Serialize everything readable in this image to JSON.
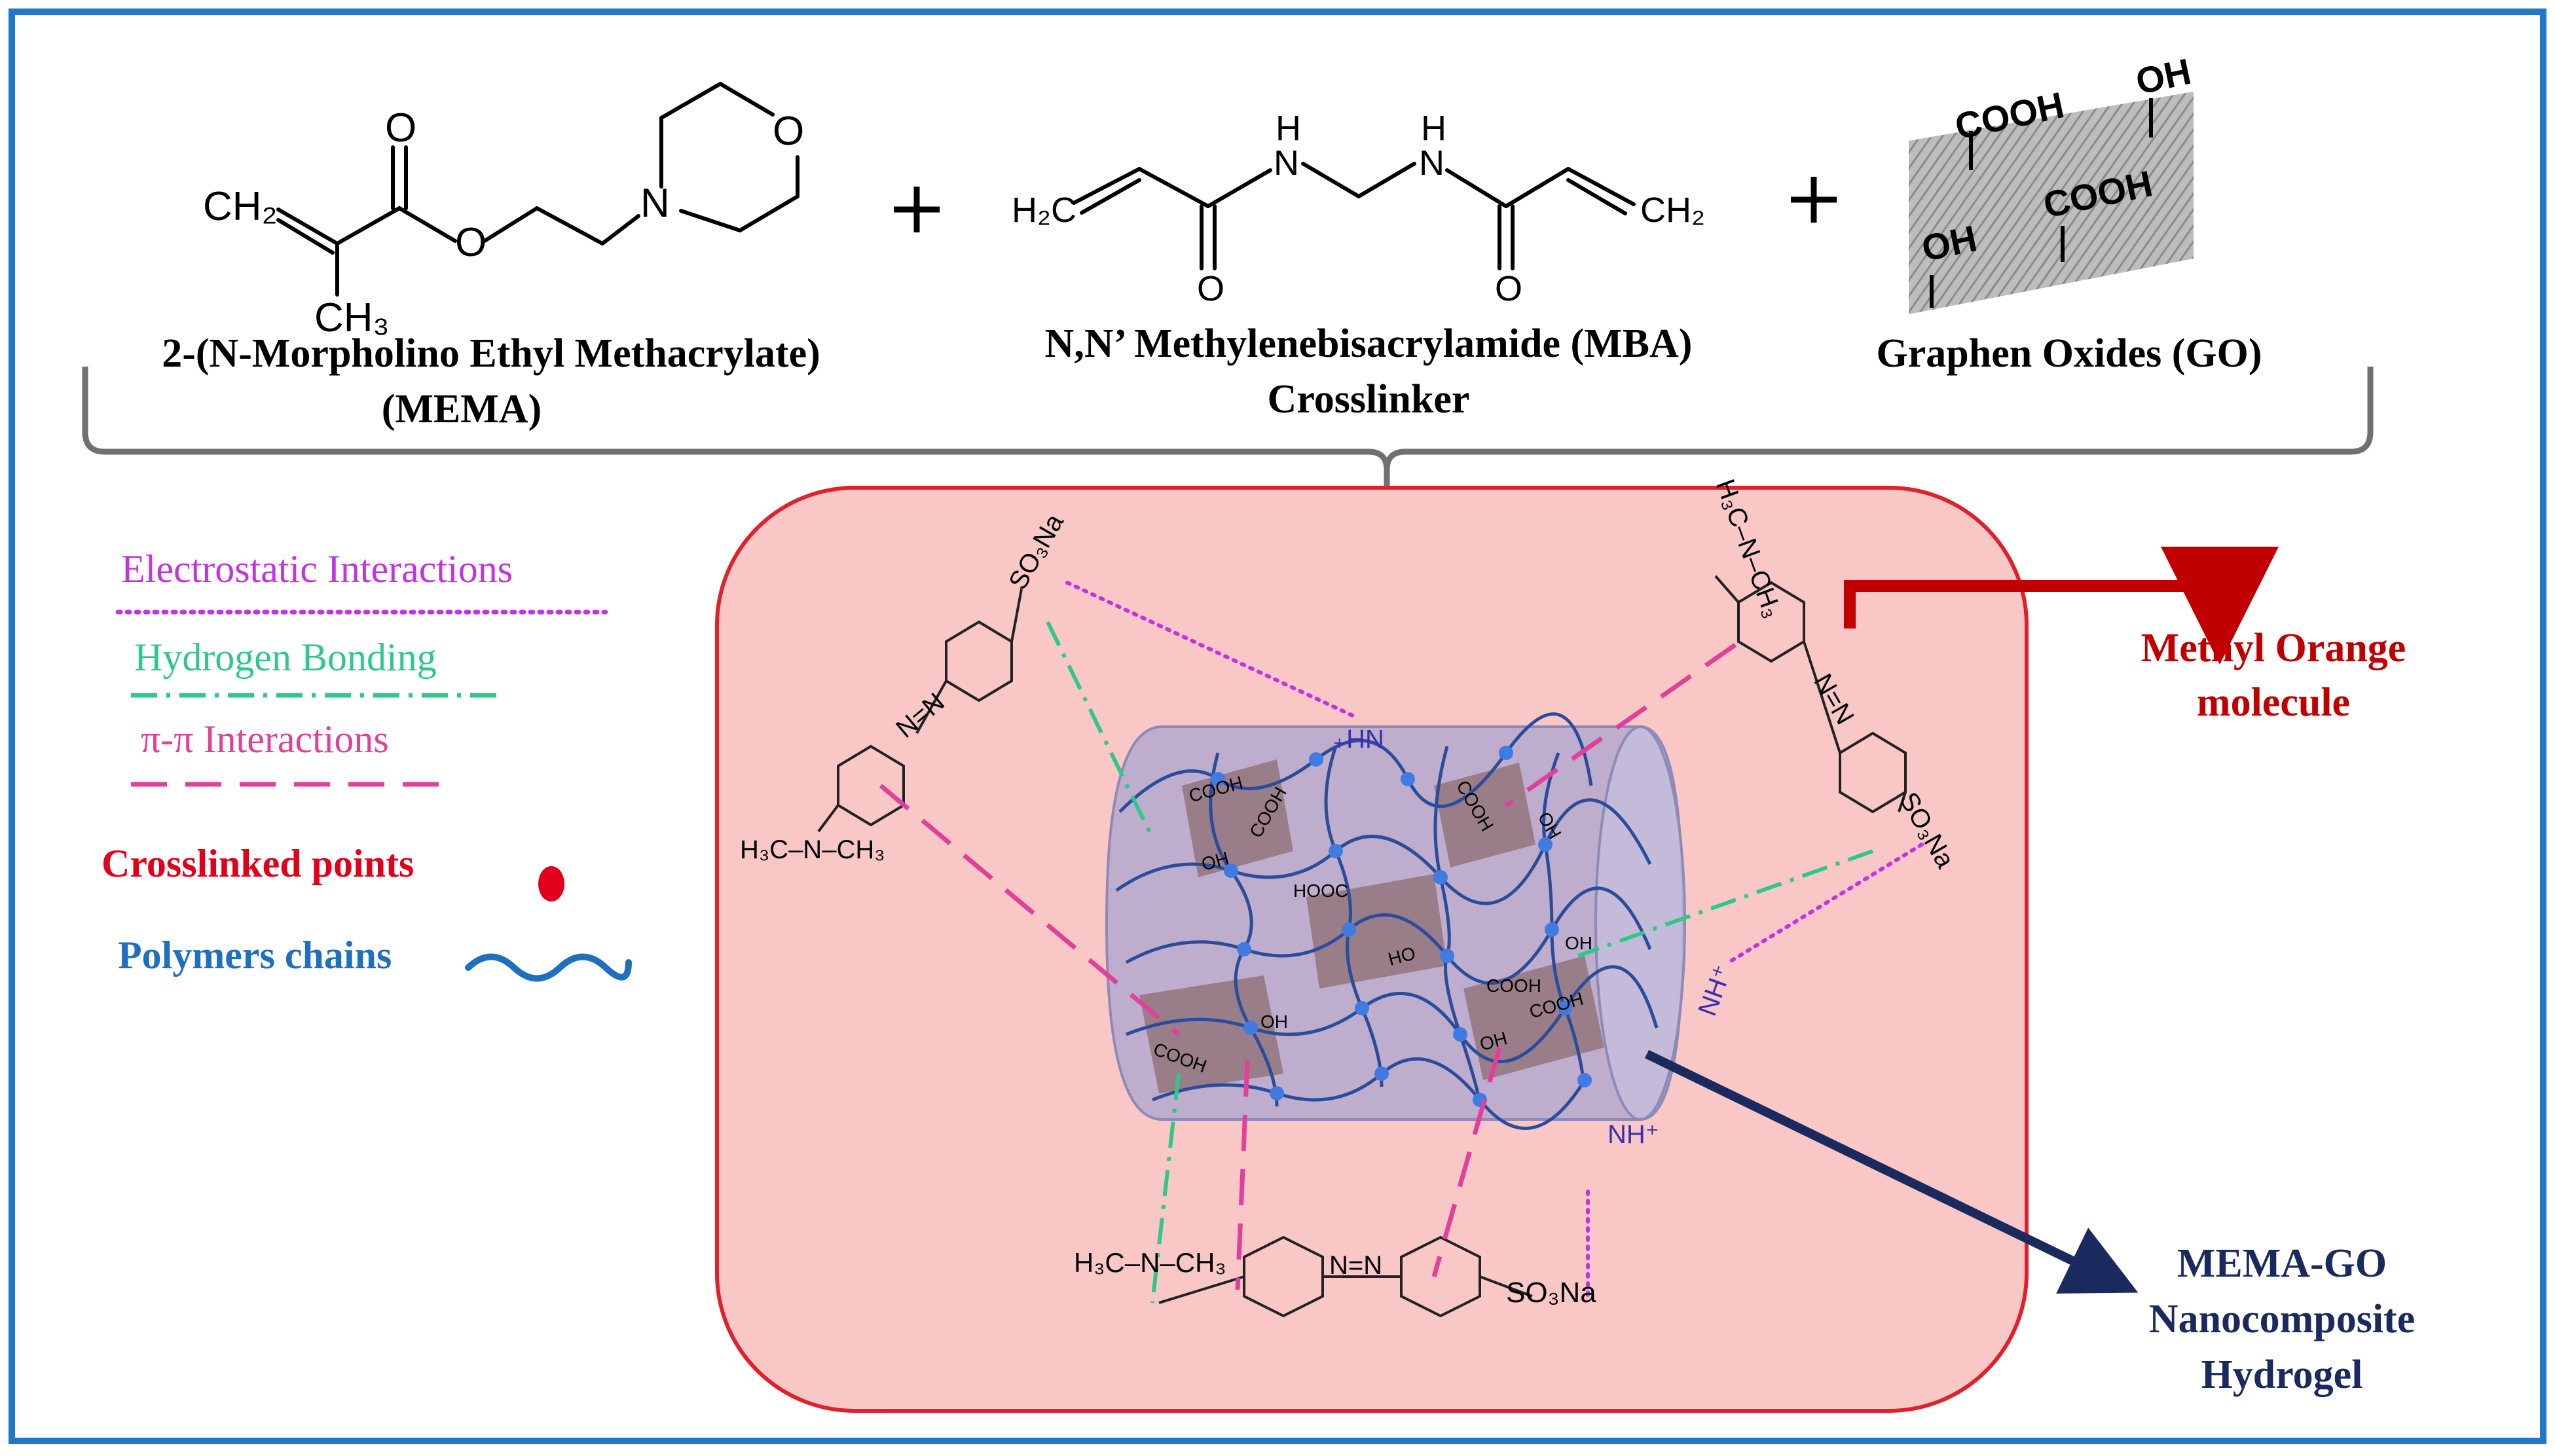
{
  "reagents": {
    "mema": {
      "name": "2-(N-Morpholino Ethyl Methacrylate)",
      "abbr": "(MEMA)",
      "atoms": {
        "ch2": "CH₂",
        "ch3": "CH₃",
        "o_carbonyl": "O",
        "o_ester": "O",
        "n": "N",
        "o_ring": "O"
      }
    },
    "plus_1": "+",
    "mba": {
      "name": "N,N’ Methylenebisacrylamide (MBA)",
      "role": "Crosslinker",
      "atoms": {
        "h2c": "H₂C",
        "ch2": "CH₂",
        "h1": "H",
        "n1": "N",
        "h2": "H",
        "n2": "N",
        "o1": "O",
        "o2": "O"
      }
    },
    "plus_2": "+",
    "go": {
      "name": "Graphen Oxides (GO)",
      "groups": {
        "cooh_1": "COOH",
        "oh_1": "OH",
        "cooh_2": "COOH",
        "oh_2": "OH"
      }
    }
  },
  "legend": {
    "electrostatic": {
      "label": "Electrostatic Interactions",
      "color": "#c433e0"
    },
    "hydrogen": {
      "label": "Hydrogen Bonding",
      "color": "#2ec98a"
    },
    "pi": {
      "label": "π-π Interactions",
      "color": "#e0409a"
    },
    "crosslinked": {
      "label": "Crosslinked points",
      "color": "#e0001c"
    },
    "polymers": {
      "label": "Polymers chains",
      "color": "#1f6fbf"
    }
  },
  "callouts": {
    "methyl_orange": {
      "line1": "Methyl Orange",
      "line2": "molecule",
      "color": "#c00000"
    },
    "hydrogel": {
      "line1": "MEMA-GO",
      "line2": "Nanocomposite",
      "line3": "Hydrogel",
      "color": "#1a2a5e"
    }
  },
  "molecule_labels": {
    "so3na": "SO₃Na",
    "amine": "H₃C–N–CH₃",
    "protonated_amine": "NH⁺",
    "azo": "N=N",
    "cooh": "COOH",
    "hooc": "HOOC",
    "oh": "OH",
    "ho": "HO"
  },
  "colors": {
    "frame": "#1f78c8",
    "box_fill": "#f9c8c6",
    "box_stroke": "#e0202a",
    "brace": "#707070",
    "cylinder": "#a9a4cf",
    "sheet": "#8c6e72",
    "chain": "#2a4c9a",
    "node": "#3f7be0"
  }
}
